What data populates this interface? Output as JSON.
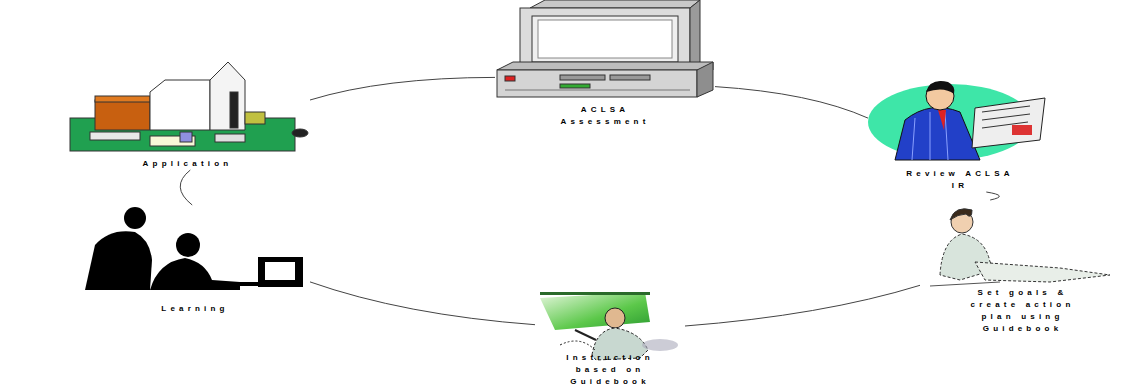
{
  "diagram": {
    "nodes": [
      {
        "text": [
          "ACLSA Assessment"
        ]
      },
      {
        "text": [
          "Review ACLSA IR"
        ]
      },
      {
        "text": [
          "Set goals & create action plan using Guidebook"
        ]
      },
      {
        "text": [
          "Instruction based on Guidebook"
        ]
      },
      {
        "text": [
          "Learning"
        ]
      },
      {
        "text": [
          "Application"
        ]
      }
    ],
    "edges": [
      {
        "from": 0,
        "to": 1,
        "arrow": "none"
      },
      {
        "from": 1,
        "to": 2,
        "arrow": "none"
      },
      {
        "from": 2,
        "to": 3,
        "arrow": "none"
      },
      {
        "from": 3,
        "to": 4,
        "arrow": "none"
      },
      {
        "from": 4,
        "to": 5,
        "arrow": "none"
      },
      {
        "from": 5,
        "to": 0,
        "arrow": "none"
      }
    ]
  }
}
